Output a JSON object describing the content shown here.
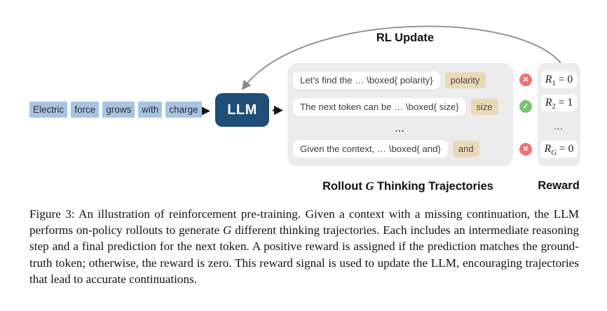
{
  "colors": {
    "token_bg": "#a8c4e4",
    "llm_bg": "#1f4e78",
    "panel_bg": "#ececec",
    "tag_bg": "#ead9b9",
    "correct_green": "#77c56f",
    "incorrect_red": "#ed7373",
    "arrow_gray": "#8a8a8a",
    "arrow_black": "#111111"
  },
  "diagram": {
    "rl_update_label": "RL Update",
    "context_tokens": [
      "Electric",
      "force",
      "grows",
      "with",
      "charge"
    ],
    "llm_label": "LLM",
    "rollouts": [
      {
        "thought": "Let’s find the … \\boxed{ polarity}",
        "predicted_token": "polarity",
        "status": "incorrect",
        "reward_var": "R",
        "reward_sub": "1",
        "reward_value": "0"
      },
      {
        "thought": "The next token can be … \\boxed{ size}",
        "predicted_token": "size",
        "status": "correct",
        "reward_var": "R",
        "reward_sub": "2",
        "reward_value": "1"
      },
      {
        "ellipsis": "…"
      },
      {
        "thought": "Given the context, … \\boxed{ and}",
        "predicted_token": "and",
        "status": "incorrect",
        "reward_var": "R",
        "reward_sub": "G",
        "reward_value": "0"
      }
    ],
    "rollouts_caption_segments": [
      {
        "text": "Rollout ",
        "italic": false
      },
      {
        "text": "G",
        "italic": true
      },
      {
        "text": " Thinking Trajectories",
        "italic": false
      }
    ],
    "reward_caption": "Reward"
  },
  "caption": {
    "segments": [
      {
        "text": "Figure 3: An illustration of reinforcement pre-training. Given a context with a missing continuation, the LLM performs on-policy rollouts to generate ",
        "italic": false
      },
      {
        "text": "G",
        "italic": true
      },
      {
        "text": " different thinking trajectories. Each includes an intermediate reasoning step and a final prediction for the next token. A positive reward is assigned if the prediction matches the ground-truth token; otherwise, the reward is zero. This reward signal is used to update the LLM, encouraging trajectories that lead to accurate continuations.",
        "italic": false
      }
    ]
  }
}
